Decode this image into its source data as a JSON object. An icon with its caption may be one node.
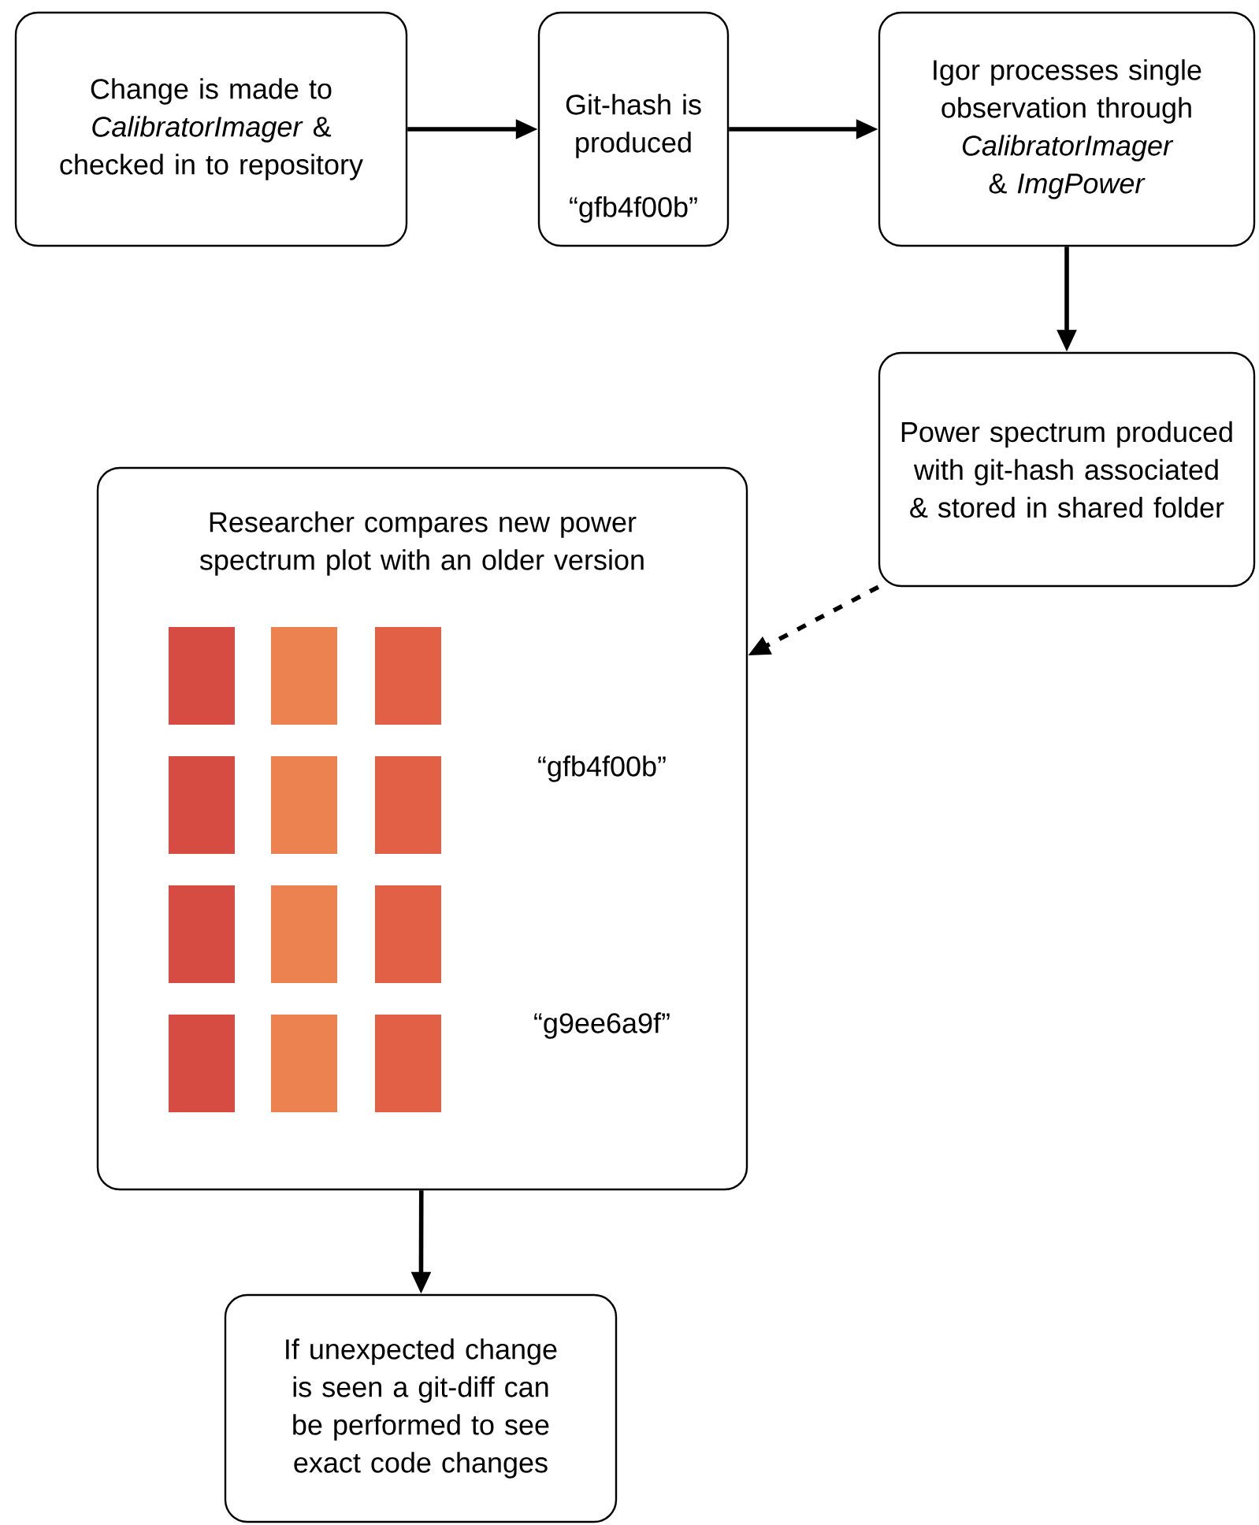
{
  "diagram": {
    "nodes": [
      {
        "text": [
          "Change is made to *CalibratorImager* & checked in to repository"
        ]
      },
      {
        "text": [
          "Git-hash is produced",
          "“gfb4f00b”"
        ]
      },
      {
        "text": [
          "Igor processes single observation through *CalibratorImager* & *ImgPower*"
        ]
      },
      {
        "text": [
          "Power spectrum produced with git-hash associated & stored in shared folder"
        ]
      },
      {
        "text": [
          "Researcher compares new power spectrum plot with an older version",
          "“gfb4f00b”",
          "“g9ee6a9f”"
        ]
      },
      {
        "text": [
          "If unexpected change is seen a git-diff can be performed to see exact code changes"
        ]
      }
    ],
    "edges": [
      {
        "from": 0,
        "to": 1,
        "arrow": "to"
      },
      {
        "from": 1,
        "to": 2,
        "arrow": "to"
      },
      {
        "from": 2,
        "to": 3,
        "arrow": "to"
      },
      {
        "from": 3,
        "to": 4,
        "arrow": "to",
        "style": "dashed"
      },
      {
        "from": 4,
        "to": 5,
        "arrow": "to"
      }
    ]
  }
}
